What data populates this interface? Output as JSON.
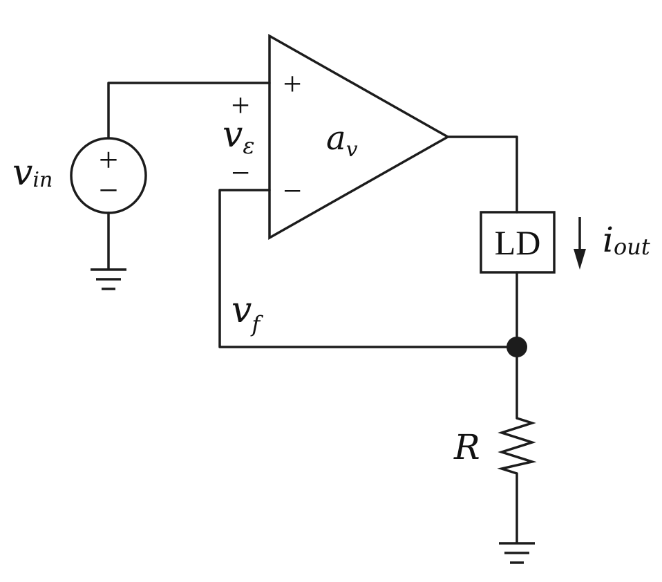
{
  "source": {
    "symbol": "v",
    "subscript": "in",
    "plus": "+",
    "minus": "−"
  },
  "error_voltage": {
    "symbol": "v",
    "subscript": "ε",
    "plus": "+",
    "minus": "−"
  },
  "amplifier": {
    "symbol": "a",
    "subscript": "v",
    "noninverting": "+",
    "inverting": "−"
  },
  "feedback_voltage": {
    "symbol": "v",
    "subscript": "f"
  },
  "load": {
    "label": "LD"
  },
  "output_current": {
    "symbol": "i",
    "subscript": "out"
  },
  "resistor": {
    "label": "R"
  }
}
